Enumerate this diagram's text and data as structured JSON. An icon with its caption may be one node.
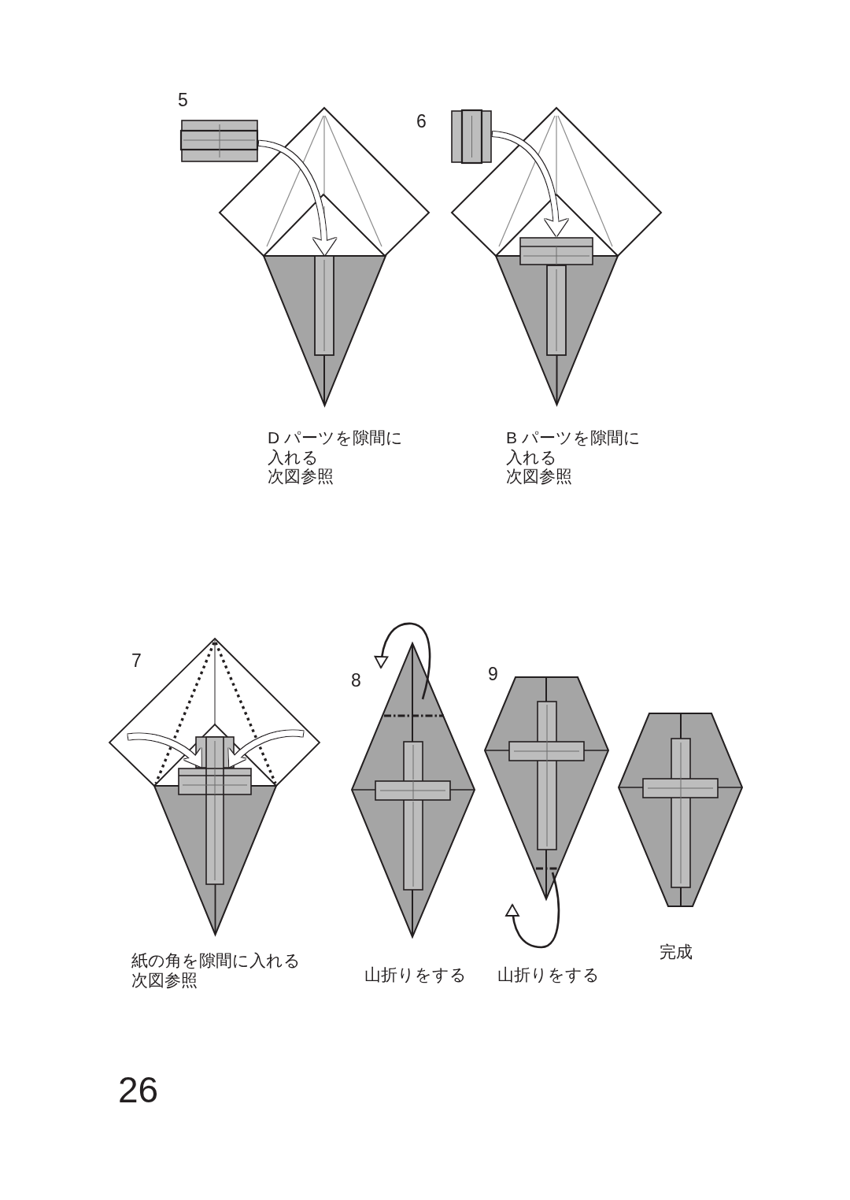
{
  "diagram": {
    "nodes": [
      {
        "text": [],
        "shape": "box"
      },
      {
        "text": [],
        "shape": "triangle",
        "beside": [
          "D パーツを隙間に入れる",
          "次図参照"
        ]
      },
      {
        "text": [],
        "shape": "box"
      },
      {
        "text": [],
        "shape": "bar"
      },
      {
        "text": [],
        "shape": "triangle",
        "beside": [
          "B パーツを隙間に入れる",
          "次図参照"
        ]
      },
      {
        "text": [],
        "shape": "triangle",
        "beside": [
          "紙の角を隙間に入れる",
          "次図参照"
        ]
      },
      {
        "text": [],
        "shape": "bar"
      }
    ],
    "edges": [
      {
        "from": 0,
        "to": 1,
        "arrow": "to"
      },
      {
        "from": 2,
        "to": 3,
        "arrow": "to"
      },
      {
        "from": null,
        "to": 6,
        "arrow": "to"
      },
      {
        "from": null,
        "to": 6,
        "arrow": "to"
      }
    ],
    "labels": [
      "5",
      "6",
      "7",
      "8",
      "9",
      "山折りをする",
      "山折りをする",
      "完成",
      "26"
    ]
  }
}
